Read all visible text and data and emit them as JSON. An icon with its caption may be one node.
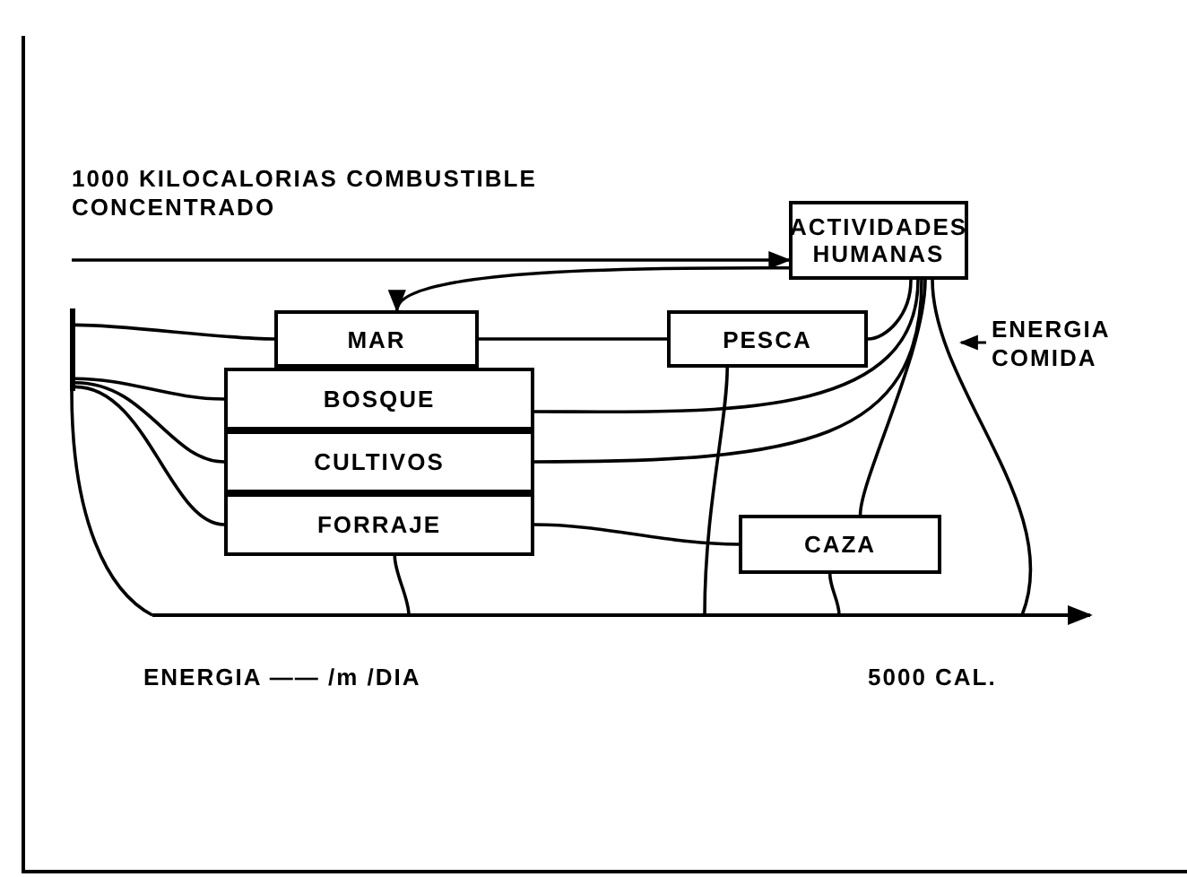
{
  "diagram": {
    "nodes": [
      {
        "text": [
          "ACTIVIDADES HUMANAS"
        ]
      },
      {
        "text": [
          "MAR"
        ]
      },
      {
        "text": [
          "PESCA"
        ]
      },
      {
        "text": [
          "BOSQUE"
        ]
      },
      {
        "text": [
          "CULTIVOS"
        ]
      },
      {
        "text": [
          "FORRAJE"
        ]
      },
      {
        "text": [
          "CAZA"
        ]
      },
      {
        "text": [],
        "shape": "bar"
      }
    ],
    "edges": [
      {
        "from": null,
        "to": 0,
        "arrow": "to"
      },
      {
        "from": 0,
        "to": 1,
        "arrow": "to"
      },
      {
        "from": 1,
        "to": 2,
        "arrow": "none"
      },
      {
        "from": 2,
        "to": 0,
        "arrow": "none"
      },
      {
        "from": 3,
        "to": 0,
        "arrow": "none"
      },
      {
        "from": 4,
        "to": 0,
        "arrow": "none"
      },
      {
        "from": 5,
        "to": 6,
        "arrow": "none"
      },
      {
        "from": 6,
        "to": 0,
        "arrow": "none"
      },
      {
        "from": 0,
        "to": null,
        "arrow": "none"
      },
      {
        "from": 2,
        "to": null,
        "arrow": "none"
      },
      {
        "from": 5,
        "to": null,
        "arrow": "none"
      },
      {
        "from": 6,
        "to": null,
        "arrow": "none"
      },
      {
        "from": 7,
        "to": 1,
        "arrow": "none"
      },
      {
        "from": 7,
        "to": 3,
        "arrow": "none"
      },
      {
        "from": 7,
        "to": 4,
        "arrow": "none"
      },
      {
        "from": 7,
        "to": 5,
        "arrow": "none"
      }
    ],
    "labels": [
      "1000 KILOCALORIAS COMBUSTIBLE CONCENTRADO",
      "ENERGIA COMIDA",
      "ENERGIA —— /m  /DIA",
      "5000 CAL."
    ]
  }
}
